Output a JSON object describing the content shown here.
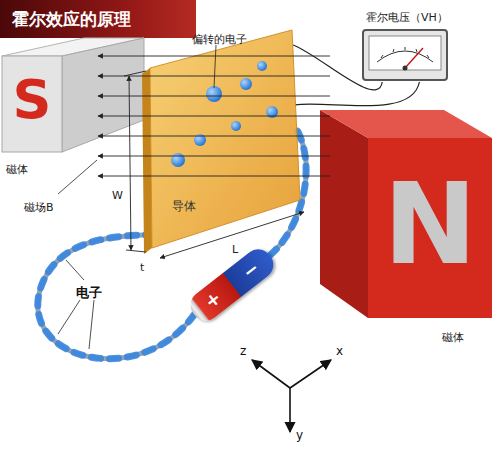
{
  "diagram": {
    "title": "霍尔效应的原理",
    "nodes": [
      {
        "text": [
          "S"
        ]
      },
      {
        "text": [
          "霍尔电压（VH）"
        ]
      },
      {
        "text": [
          "导体"
        ]
      },
      {
        "text": [
          "+",
          "−"
        ]
      },
      {
        "text": [
          "N"
        ]
      }
    ],
    "edges": [
      {
        "from": 1,
        "to": 2,
        "arrow": "none"
      },
      {
        "from": 1,
        "to": 2,
        "arrow": "none"
      },
      {
        "from": 3,
        "to": 2,
        "arrow": "none"
      },
      {
        "from": 3,
        "to": 2,
        "arrow": "none"
      }
    ],
    "labels": [
      "偏转的电子",
      "磁体",
      "磁场B",
      "W",
      "t",
      "L",
      "电子",
      "磁体",
      "z",
      "x",
      "y"
    ]
  }
}
